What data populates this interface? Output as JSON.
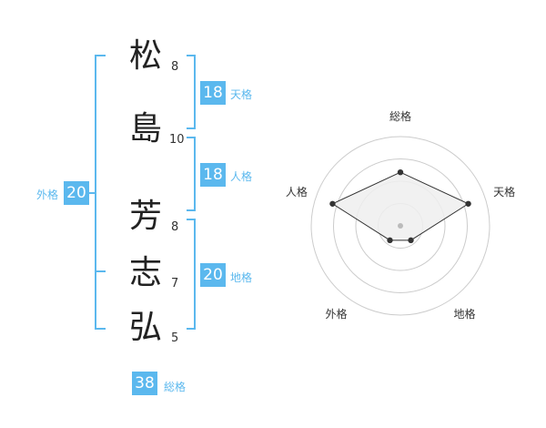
{
  "name_chars": [
    {
      "char": "松",
      "strokes": "8"
    },
    {
      "char": "島",
      "strokes": "10"
    },
    {
      "char": "芳",
      "strokes": "8"
    },
    {
      "char": "志",
      "strokes": "7"
    },
    {
      "char": "弘",
      "strokes": "5"
    }
  ],
  "kaku": {
    "tenkaku": {
      "value": "18",
      "label": "天格"
    },
    "jinkaku": {
      "value": "18",
      "label": "人格"
    },
    "chikaku": {
      "value": "20",
      "label": "地格"
    },
    "gaikaku": {
      "value": "20",
      "label": "外格"
    },
    "soukaku": {
      "value": "38",
      "label": "総格"
    }
  },
  "chart_data": {
    "type": "radar",
    "axes": [
      "総格",
      "天格",
      "地格",
      "外格",
      "人格"
    ],
    "values": [
      0.6,
      0.8,
      0.2,
      0.2,
      0.8
    ],
    "rings": 4,
    "colors": {
      "fill": "#eeeeee",
      "line": "#333333",
      "ring": "#cccccc",
      "center": "#bbbbbb"
    }
  }
}
